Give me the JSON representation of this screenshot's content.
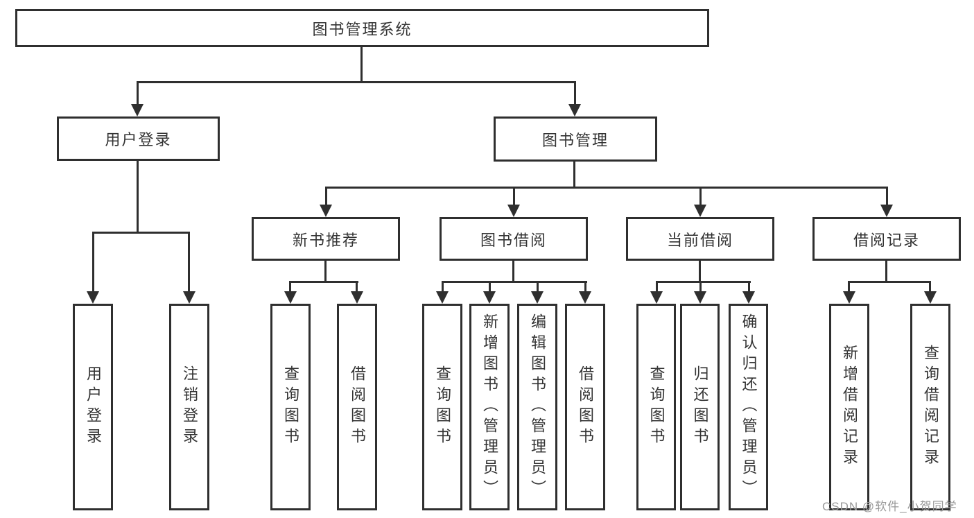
{
  "diagram": {
    "title": "图书管理系统",
    "level2": {
      "user_login": "用户登录",
      "book_management": "图书管理"
    },
    "level3": {
      "new_book": "新书推荐",
      "book_borrow": "图书借阅",
      "current_borrow": "当前借阅",
      "borrow_record": "借阅记录"
    },
    "leaves": {
      "user_login": [
        "用户登录",
        "注销登录"
      ],
      "new_book": [
        "查询图书",
        "借阅图书"
      ],
      "book_borrow": [
        "查询图书",
        "新增图书（管理员）",
        "编辑图书（管理员）",
        "借阅图书"
      ],
      "current_borrow": [
        "查询图书",
        "归还图书",
        "确认归还（管理员）"
      ],
      "borrow_record": [
        "新增借阅记录",
        "查询借阅记录"
      ]
    }
  },
  "watermark": "CSDN @软件_小贺同学",
  "colors": {
    "line": "#2f2f2f",
    "text": "#333333",
    "watermark": "#999999",
    "background": "#ffffff"
  }
}
